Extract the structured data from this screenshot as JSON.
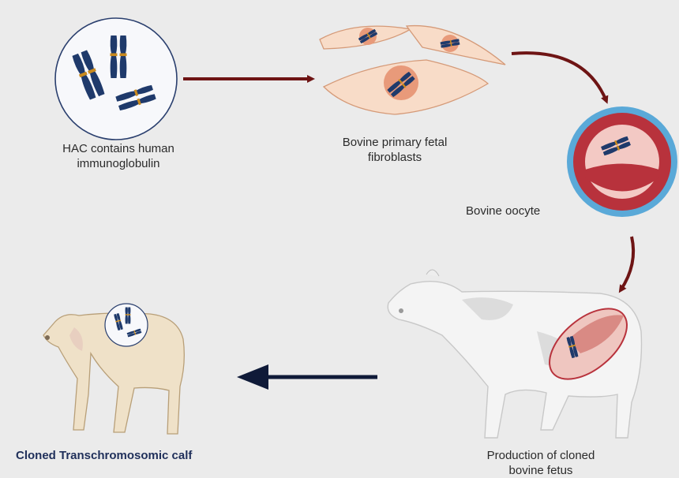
{
  "labels": {
    "hac": "HAC contains human\nimmunoglobulin",
    "fibroblasts": "Bovine primary fetal\nfibroblasts",
    "oocyte": "Bovine oocyte",
    "fetus": "Production of  cloned\nbovine fetus",
    "calf": "Cloned Transchromosomic calf"
  },
  "colors": {
    "background": "#ebebeb",
    "arrow_red": "#6e1414",
    "arrow_navy": "#0f1a38",
    "chromosome": "#1f3a6b",
    "chromosome_band": "#c98a1e",
    "cell": "#f8dcc8",
    "nucleus": "#e89a7a",
    "oocyte_ring": "#5aa9d8",
    "oocyte_cells": "#b8323c",
    "calf_label": "#1f2f5a"
  }
}
